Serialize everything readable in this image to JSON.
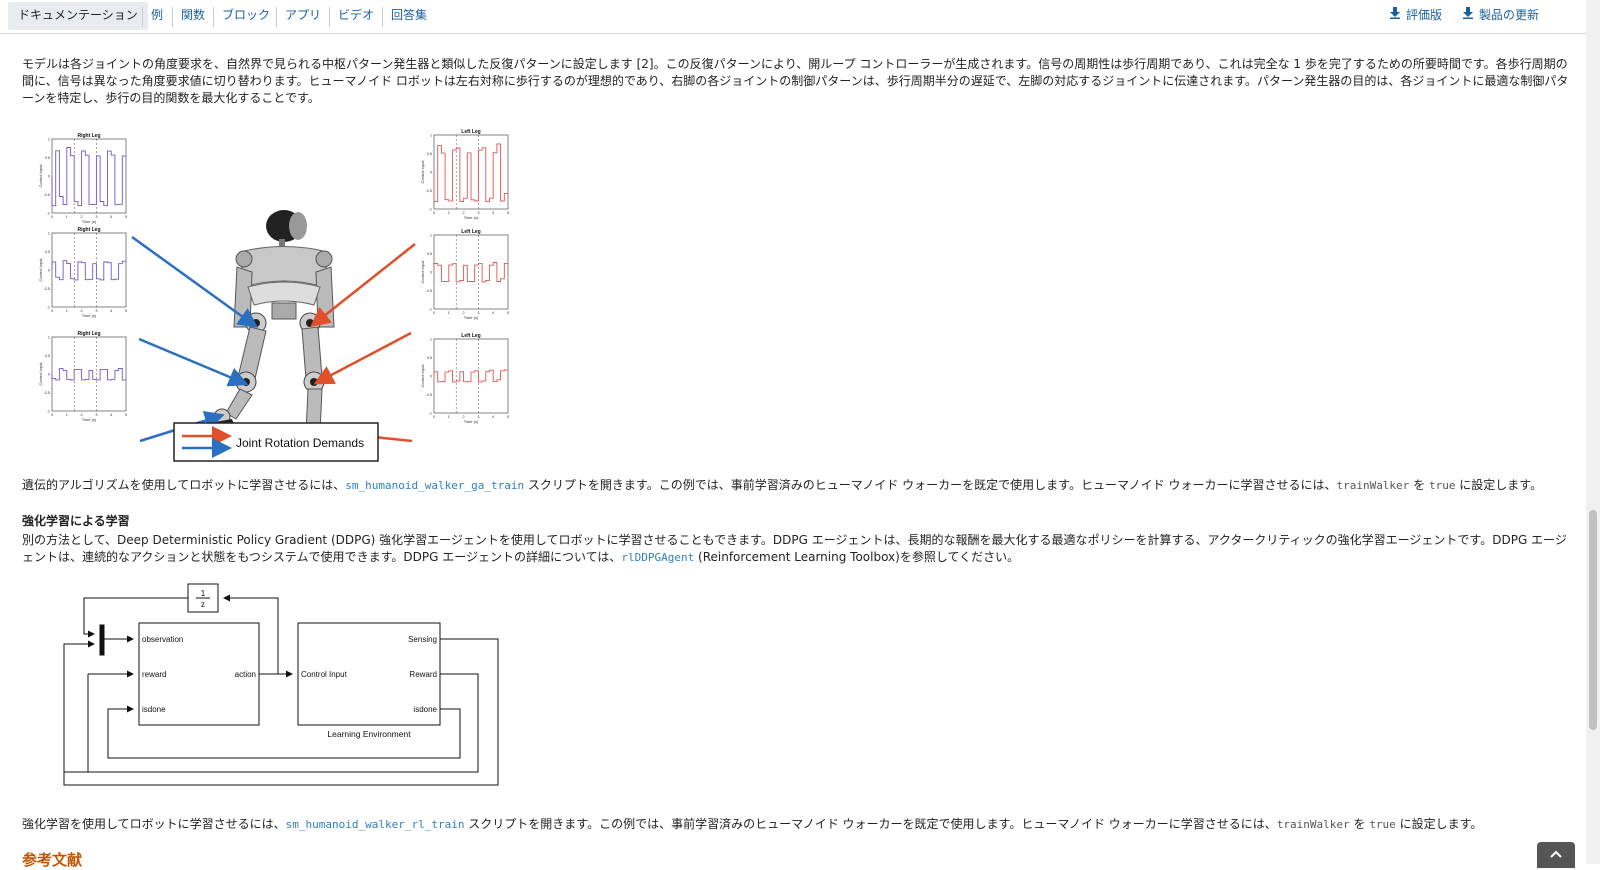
{
  "nav": {
    "tabs": [
      {
        "label": "ドキュメンテーション",
        "active": true
      },
      {
        "label": "例"
      },
      {
        "label": "関数"
      },
      {
        "label": "ブロック"
      },
      {
        "label": "アプリ"
      },
      {
        "label": "ビデオ"
      },
      {
        "label": "回答集"
      }
    ],
    "right_links": [
      {
        "label": "評価版",
        "icon": "download-icon"
      },
      {
        "label": "製品の更新",
        "icon": "download-icon"
      }
    ]
  },
  "content": {
    "intro_paragraph": "モデルは各ジョイントの角度要求を、自然界で見られる中枢パターン発生器と類似した反復パターンに設定します [2]。この反復パターンにより、開ループ コントローラーが生成されます。信号の周期性は歩行周期であり、これは完全な 1 歩を完了するための所要時間です。各歩行周期の間に、信号は異なった角度要求値に切り替わります。ヒューマノイド ロボットは左右対称に歩行するのが理想的であり、右脚の各ジョイントの制御パターンは、歩行周期半分の遅延で、左脚の対応するジョイントに伝達されます。パターン発生器の目的は、各ジョイントに最適な制御パターンを特定し、歩行の目的関数を最大化することです。",
    "figure1": {
      "right_titles": [
        "Right Leg",
        "Right Leg",
        "Right Leg"
      ],
      "left_titles": [
        "Left Leg",
        "Left Leg",
        "Left Leg"
      ],
      "ylabel": "Control Input",
      "xlabel": "Time (s)",
      "x_ticks": [
        "0",
        "1",
        "2",
        "3",
        "4",
        "5"
      ],
      "y_ticks": [
        "1",
        "0.5",
        "0",
        "-0.5",
        "-1"
      ],
      "legend_label": "Joint Rotation Demands",
      "colors": {
        "right": "#6a5acd",
        "left": "#e05555",
        "blue_arrow": "#2a6fc0",
        "red_arrow": "#e0502a"
      }
    },
    "ga_sentence": {
      "before": "遺伝的アルゴリズムを使用してロボットに学習させるには、",
      "script": "sm_humanoid_walker_ga_train",
      "middle": " スクリプトを開きます。この例では、事前学習済みのヒューマノイド ウォーカーを既定で使用します。ヒューマノイド ウォーカーに学習させるには、",
      "var": "trainWalker",
      "wo": " を ",
      "val": "true",
      "after": " に設定します。"
    },
    "rl_heading": "強化学習による学習",
    "rl_paragraph": {
      "before": "別の方法として、Deep Deterministic Policy Gradient (DDPG) 強化学習エージェントを使用してロボットに学習させることもできます。DDPG エージェントは、長期的な報酬を最大化する最適なポリシーを計算する、アクタークリティックの強化学習エージェントです。DDPG エージェントは、連続的なアクションと状態をもつシステムで使用できます。DDPG エージェントの詳細については、",
      "link": "rlDDPGAgent",
      "after": " (Reinforcement Learning Toolbox)を参照してください。"
    },
    "diagram": {
      "delay_num": "1",
      "delay_den": "z",
      "agent_inputs": [
        "observation",
        "reward",
        "isdone"
      ],
      "agent_output": "action",
      "env_input": "Control Input",
      "env_outputs": [
        "Sensing",
        "Reward",
        "isdone"
      ],
      "env_label": "Learning Environment"
    },
    "rl_sentence": {
      "before": "強化学習を使用してロボットに学習させるには、",
      "script": "sm_humanoid_walker_rl_train",
      "middle": " スクリプトを開きます。この例では、事前学習済みのヒューマノイド ウォーカーを既定で使用します。ヒューマノイド ウォーカーに学習させるには、",
      "var": "trainWalker",
      "wo": " を ",
      "val": "true",
      "after": " に設定します。"
    },
    "references_heading": "参考文献"
  }
}
